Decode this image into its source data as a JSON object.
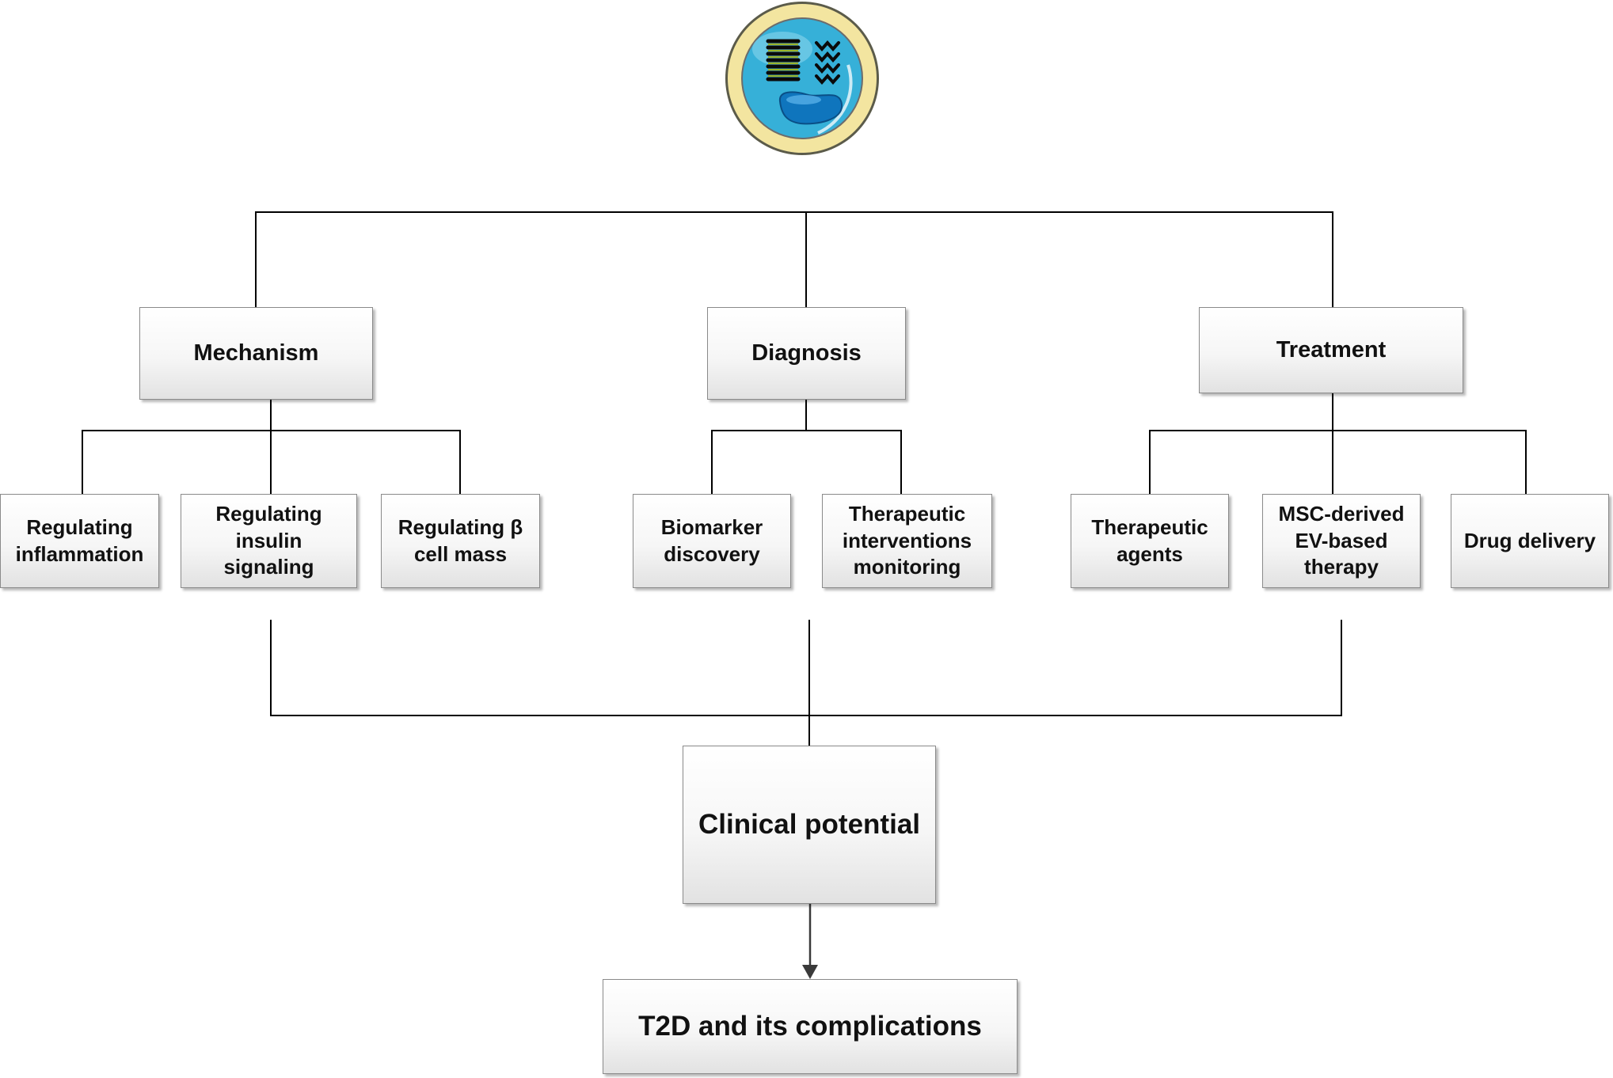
{
  "categories": {
    "mechanism": "Mechanism",
    "diagnosis": "Diagnosis",
    "treatment": "Treatment"
  },
  "mechanism_items": {
    "inflammation": "Regulating\ninflammation",
    "insulin": "Regulating\ninsulin\nsignaling",
    "beta": "Regulating β\ncell mass"
  },
  "diagnosis_items": {
    "biomarker": "Biomarker\ndiscovery",
    "monitoring": "Therapeutic\ninterventions\nmonitoring"
  },
  "treatment_items": {
    "agents": "Therapeutic\nagents",
    "msc": "MSC-derived\nEV-based\ntherapy",
    "delivery": "Drug delivery"
  },
  "outcome": {
    "clinical": "Clinical potential",
    "t2d": "T2D and its complications"
  },
  "colors": {
    "connector": "#000000",
    "arrow": "#3a3a3a",
    "box_border": "#8a8a8a",
    "icon_ring": "#f3e5a0",
    "icon_bg": "#36b0d8",
    "icon_blob": "#0f75bd"
  }
}
